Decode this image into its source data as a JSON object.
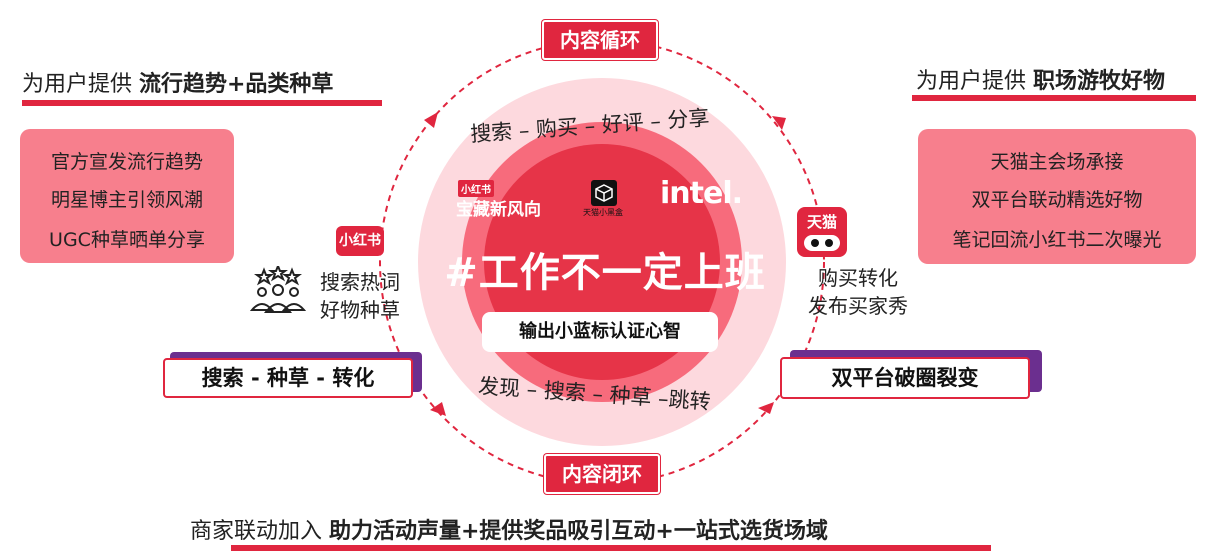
{
  "top_left_heading": {
    "prefix": "为用户提供 ",
    "bold": "流行趋势+品类种草"
  },
  "top_right_heading": {
    "prefix": "为用户提供 ",
    "bold": "职场游牧好物"
  },
  "bottom_heading": {
    "prefix": "商家联动加入 ",
    "bold": "助力活动声量+提供奖品吸引互动+一站式选货场域"
  },
  "left_box": {
    "lines": [
      "官方宣发流行趋势",
      "明星博主引领风潮",
      "UGC种草晒单分享"
    ]
  },
  "right_box": {
    "lines": [
      "天猫主会场承接",
      "双平台联动精选好物",
      "笔记回流小红书二次曝光"
    ]
  },
  "top_tag": "内容循环",
  "bottom_tag": "内容闭环",
  "left_label": "搜索 - 种草 - 转化",
  "right_label": "双平台破圈裂变",
  "left_side_text": [
    "搜索热词",
    "好物种草"
  ],
  "right_side_text": [
    "购买转化",
    "发布买家秀"
  ],
  "ring_top_text": "搜索 – 购买 – 好评 – 分享",
  "ring_bottom_text": "发现 – 搜索 – 种草 –跳转",
  "center_title": "#工作不一定上班",
  "center_pill": "输出小蓝标认证心智",
  "logos": {
    "xiaohongshu": "小红书",
    "tmall": "天猫",
    "brand_small": "小红书",
    "brand_big": "宝藏新风向",
    "brand_box_caption": "天猫小黑盒",
    "intel": "intel."
  },
  "colors": {
    "accent_red": "#e0263f",
    "pink_box": "#f77f8d",
    "purple_shadow": "#6b2f8f"
  }
}
